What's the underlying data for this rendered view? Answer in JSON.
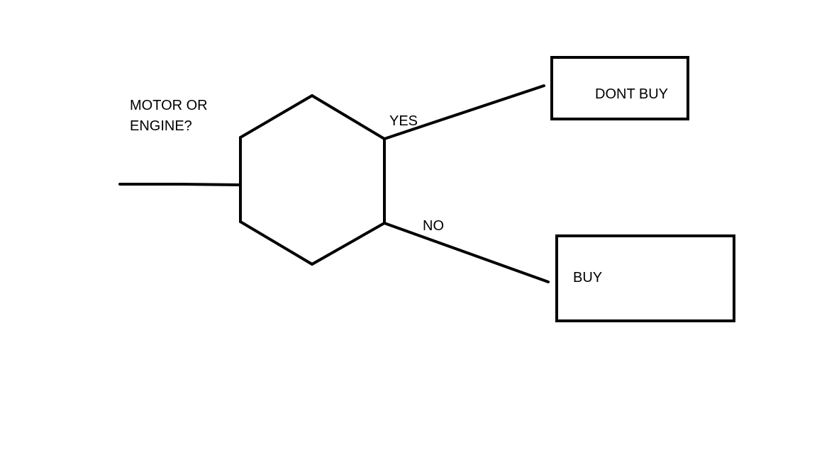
{
  "diagram": {
    "question": {
      "line1": "MOTOR OR",
      "line2": "ENGINE?"
    },
    "branches": {
      "yes_label": "YES",
      "no_label": "NO"
    },
    "outcomes": {
      "yes_box": "DONT BUY",
      "no_box": "BUY"
    }
  },
  "colors": {
    "stroke": "#000000",
    "text": "#000000",
    "background": "#ffffff"
  }
}
